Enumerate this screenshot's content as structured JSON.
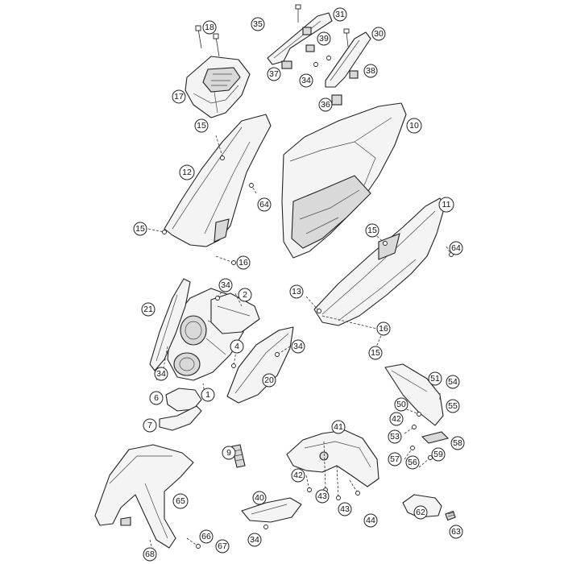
{
  "diagram": {
    "callouts": [
      {
        "label": "1"
      },
      {
        "label": "2"
      },
      {
        "label": "4"
      },
      {
        "label": "6"
      },
      {
        "label": "7"
      },
      {
        "label": "9"
      },
      {
        "label": "10"
      },
      {
        "label": "11"
      },
      {
        "label": "12"
      },
      {
        "label": "13"
      },
      {
        "label": "15"
      },
      {
        "label": "15"
      },
      {
        "label": "15"
      },
      {
        "label": "15"
      },
      {
        "label": "16"
      },
      {
        "label": "16"
      },
      {
        "label": "17"
      },
      {
        "label": "18"
      },
      {
        "label": "20"
      },
      {
        "label": "21"
      },
      {
        "label": "30"
      },
      {
        "label": "31"
      },
      {
        "label": "34"
      },
      {
        "label": "34"
      },
      {
        "label": "34"
      },
      {
        "label": "34"
      },
      {
        "label": "34"
      },
      {
        "label": "35"
      },
      {
        "label": "36"
      },
      {
        "label": "37"
      },
      {
        "label": "38"
      },
      {
        "label": "39"
      },
      {
        "label": "40"
      },
      {
        "label": "41"
      },
      {
        "label": "42"
      },
      {
        "label": "42"
      },
      {
        "label": "43"
      },
      {
        "label": "43"
      },
      {
        "label": "44"
      },
      {
        "label": "50"
      },
      {
        "label": "51"
      },
      {
        "label": "53"
      },
      {
        "label": "54"
      },
      {
        "label": "55"
      },
      {
        "label": "56"
      },
      {
        "label": "57"
      },
      {
        "label": "58"
      },
      {
        "label": "59"
      },
      {
        "label": "62"
      },
      {
        "label": "63"
      },
      {
        "label": "64"
      },
      {
        "label": "64"
      },
      {
        "label": "65"
      },
      {
        "label": "66"
      },
      {
        "label": "67"
      },
      {
        "label": "68"
      }
    ]
  }
}
